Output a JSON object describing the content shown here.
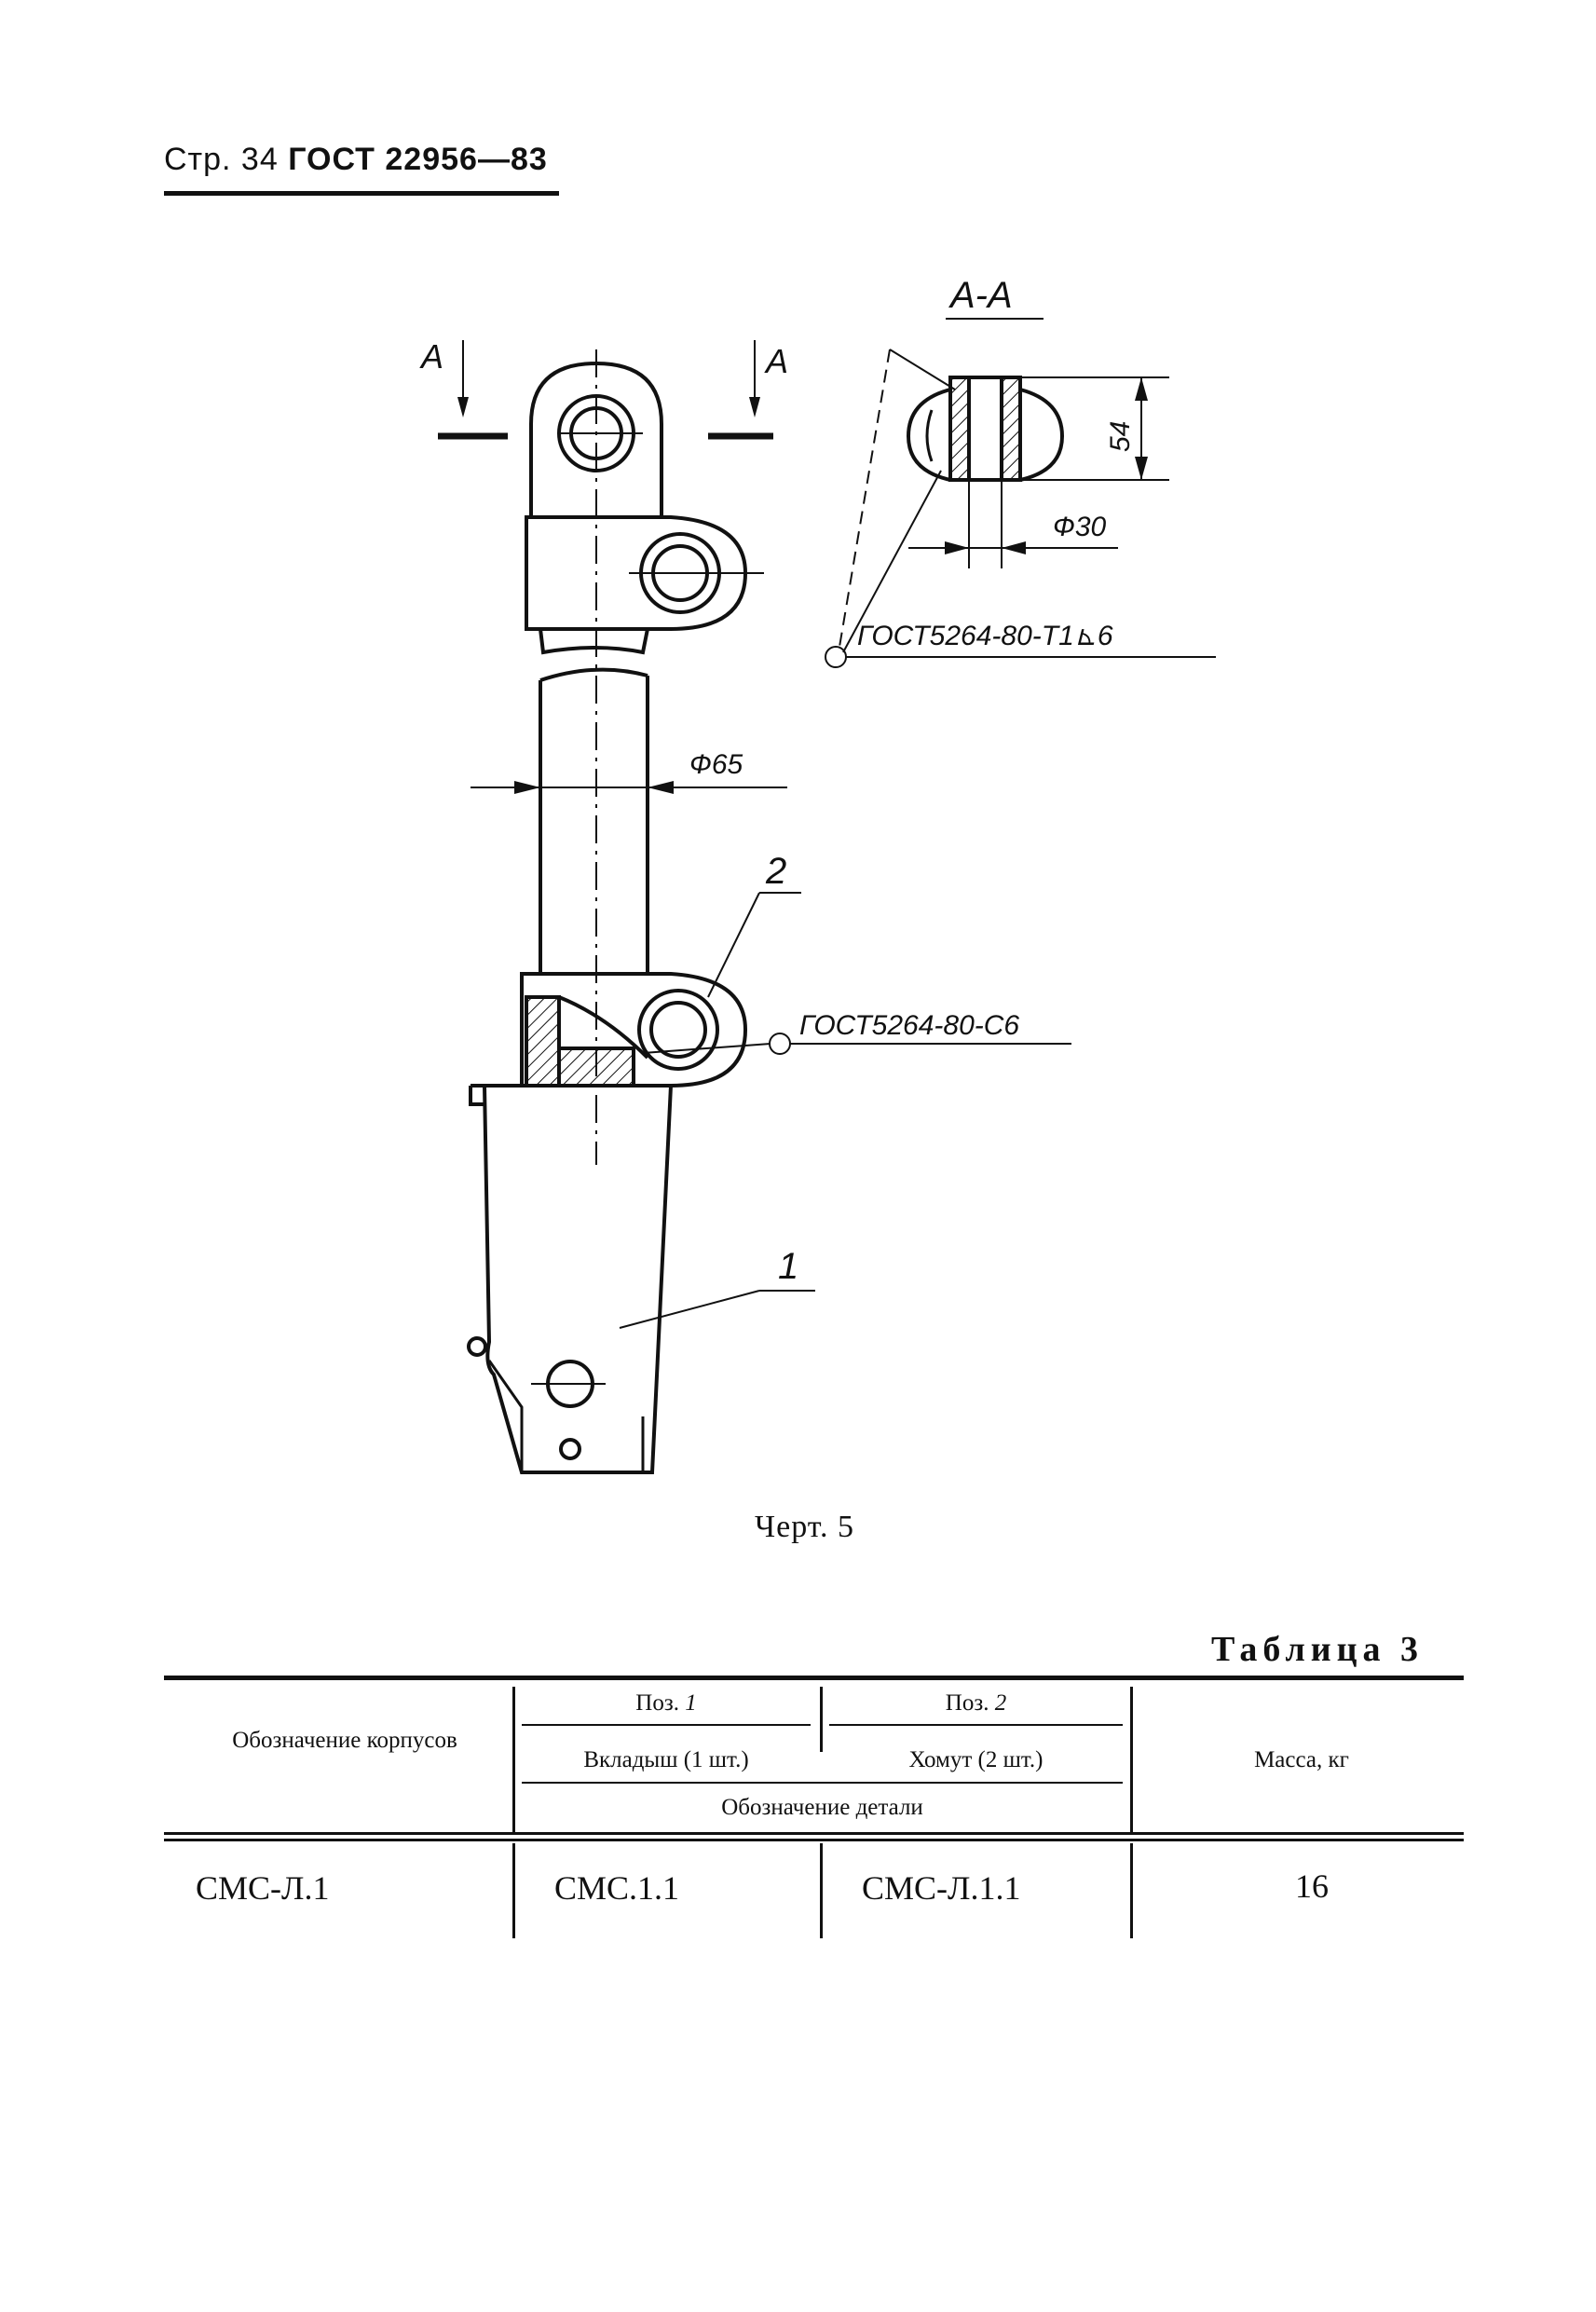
{
  "header": {
    "page_label": "Стр. 34",
    "standard": "ГОСТ 22956—83"
  },
  "drawing": {
    "section_label": "А-А",
    "cut_marker_left": "А",
    "cut_marker_right": "А",
    "dim_height": "54",
    "dim_diameter_small": "Ф30",
    "dim_diameter_tube": "Ф65",
    "weld_note_top": "ГОСТ5264-80-Т1⊾6",
    "weld_note_mid": "ГОСТ5264-80-С6",
    "callout_1": "1",
    "callout_2": "2",
    "caption": "Черт. 5"
  },
  "table": {
    "title": "Таблица 3",
    "col_designation": "Обозначение корпусов",
    "pos1_label": "Поз.",
    "pos1_num": "1",
    "pos2_label": "Поз.",
    "pos2_num": "2",
    "pos1_part": "Вкладыш (1 шт.)",
    "pos2_part": "Хомут (2 шт.)",
    "detail_designation": "Обозначение детали",
    "col_mass": "Масса, кг",
    "rows": [
      {
        "designation": "СМС-Л.1",
        "pos1": "СМС.1.1",
        "pos2": "СМС-Л.1.1",
        "mass": "16"
      }
    ]
  }
}
